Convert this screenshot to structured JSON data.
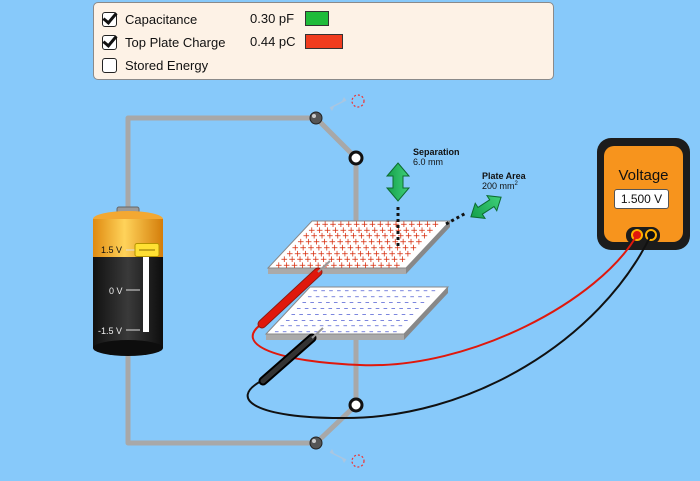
{
  "panel": {
    "capacitance": {
      "label": "Capacitance",
      "value": "0.30 pF",
      "checked": true,
      "bar_color": "#1fbb3a"
    },
    "charge": {
      "label": "Top Plate Charge",
      "value": "0.44 pC",
      "checked": true,
      "bar_color": "#f03c1e"
    },
    "energy": {
      "label": "Stored Energy",
      "checked": false
    }
  },
  "battery": {
    "top_label": "1.5 V",
    "mid_label": "0 V",
    "bottom_label": "-1.5 V",
    "slider_fraction": 1.0
  },
  "separation": {
    "title": "Separation",
    "value": "6.0 mm"
  },
  "plate_area": {
    "title": "Plate Area",
    "value": "200 mm",
    "unit_sup": "2"
  },
  "voltmeter": {
    "title": "Voltage",
    "reading": "1.500 V"
  },
  "colors": {
    "background": "#87c9fa",
    "wire": "#a8a8a8",
    "top_plate_sign": "#d62a0a",
    "bottom_plate_sign": "#2738c8",
    "meter_body": "#f7941d",
    "probe_red": "#e0180c"
  }
}
